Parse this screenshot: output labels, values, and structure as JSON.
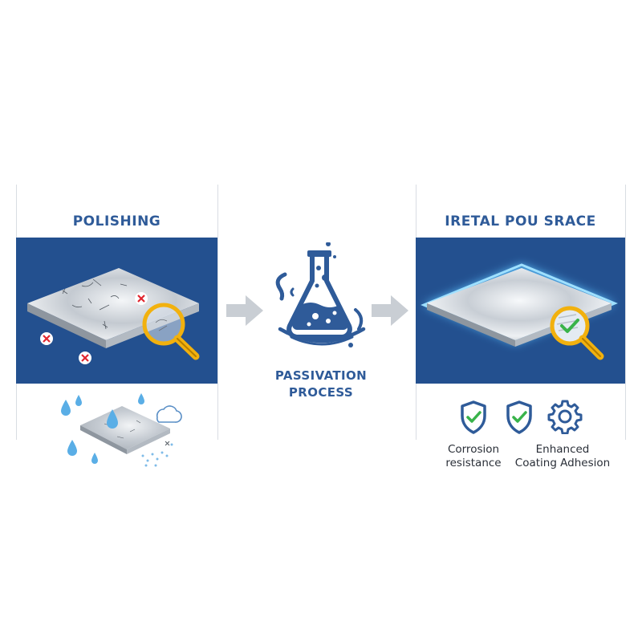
{
  "left": {
    "title": "POLISHING"
  },
  "center": {
    "line1": "PASSIVATION",
    "line2": "PROCESS"
  },
  "right": {
    "title": "IRETAL POU SRACE",
    "benefits": [
      {
        "line1": "Corrosion",
        "line2": "resistance"
      },
      {
        "line1": "Enhanced",
        "line2": "Coating Adhesion"
      }
    ]
  },
  "colors": {
    "brand_blue": "#2f5b99",
    "panel_blue": "#23508f",
    "glow": "#5fc4ff",
    "check_green": "#39b34a",
    "cross_red": "#e0262f",
    "magnifier_gold": "#f2b10e"
  },
  "icons": [
    "magnifier-icon",
    "cross-icon",
    "water-drop-icon",
    "cloud-icon",
    "flask-icon",
    "arrow-right-icon",
    "shield-check-icon",
    "gear-icon"
  ]
}
